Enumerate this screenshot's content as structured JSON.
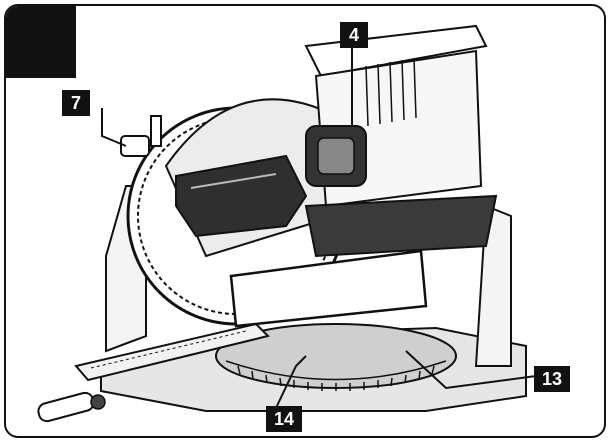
{
  "callouts": {
    "c4": "4",
    "c7": "7",
    "c13": "13",
    "c14": "14"
  },
  "colors": {
    "ink": "#111111",
    "paper": "#ffffff",
    "grey": "#9a9a9a",
    "light_grey": "#d9d9d9"
  }
}
